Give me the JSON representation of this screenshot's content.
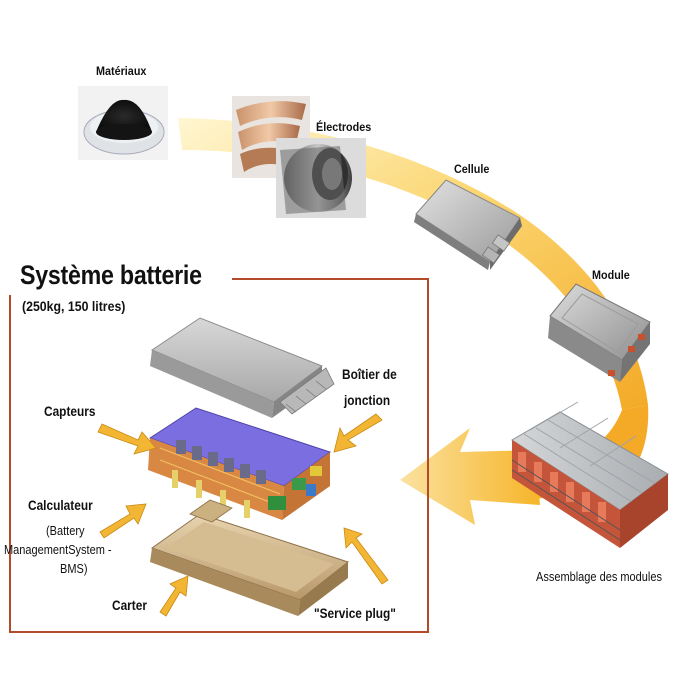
{
  "stages": {
    "materiaux": "Matériaux",
    "electrodes": "Électrodes",
    "cellule": "Cellule",
    "module": "Module",
    "assemblage": "Assemblage des modules"
  },
  "systeme": {
    "title": "Système batterie",
    "subtitle": "(250kg, 150 litres)",
    "boitier_line1": "Boîtier de",
    "boitier_line2": "jonction",
    "capteurs": "Capteurs",
    "calculateur": "Calculateur",
    "bms_line1": "(Battery",
    "bms_line2": "ManagementSystem -",
    "bms_line3": "BMS)",
    "carter": "Carter",
    "service_plug": "\"Service plug\""
  },
  "colors": {
    "arrow": "#f5b325",
    "frame": "#b34a2a",
    "small_arrow": "#f2b534"
  }
}
